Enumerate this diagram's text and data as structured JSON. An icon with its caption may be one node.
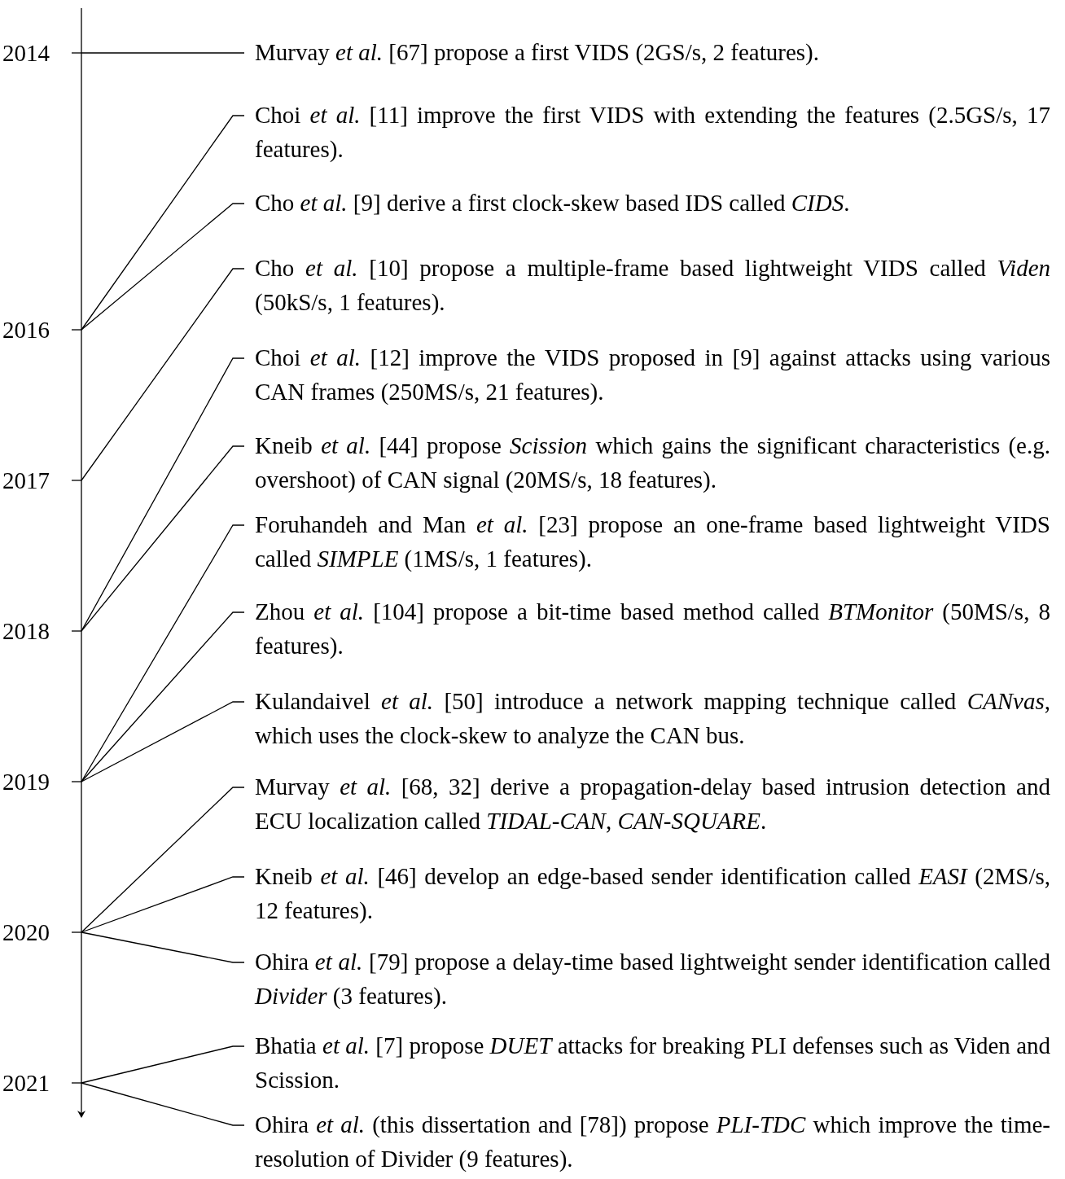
{
  "diagram": {
    "nodes": [
      {
        "text": [
          "2014"
        ]
      },
      {
        "text": [
          "2016"
        ]
      },
      {
        "text": [
          "2017"
        ]
      },
      {
        "text": [
          "2018"
        ]
      },
      {
        "text": [
          "2019"
        ]
      },
      {
        "text": [
          "2020"
        ]
      },
      {
        "text": [
          "2021"
        ]
      },
      {
        "text": [
          "Murvay *et al.* [67] propose a first VIDS (2GS/s, 2 features)."
        ]
      },
      {
        "text": [
          "Choi *et al.* [11] improve the first VIDS with extending the features (2.5GS/s, 17 features)."
        ]
      },
      {
        "text": [
          "Cho *et al.* [9] derive a first clock-skew based IDS called *CIDS*."
        ]
      },
      {
        "text": [
          "Cho *et al.* [10] propose a multiple-frame based lightweight VIDS called *Viden* (50kS/s, 1 features)."
        ]
      },
      {
        "text": [
          "Choi *et al.* [12] improve the VIDS proposed in [9] against attacks using various CAN frames (250MS/s, 21 features)."
        ]
      },
      {
        "text": [
          "Kneib *et al.* [44] propose *Scission* which gains the significant characteristics (e.g. overshoot) of CAN signal (20MS/s, 18 features)."
        ]
      },
      {
        "text": [
          "Foruhandeh and Man *et al.* [23] propose an one-frame based lightweight VIDS called *SIMPLE* (1MS/s, 1 features)."
        ]
      },
      {
        "text": [
          "Zhou *et al.* [104] propose a bit-time based method called *BTMonitor* (50MS/s, 8 features)."
        ]
      },
      {
        "text": [
          "Kulandaivel *et al.* [50] introduce a network mapping technique called *CANvas*, which uses the clock-skew to analyze the CAN bus."
        ]
      },
      {
        "text": [
          "Murvay *et al.* [68, 32] derive a propagation-delay based intrusion detection and ECU localization called *TIDAL-CAN*, *CAN-SQUARE*."
        ]
      },
      {
        "text": [
          "Kneib *et al.* [46] develop an edge-based sender identification called *EASI* (2MS/s, 12 features)."
        ]
      },
      {
        "text": [
          "Ohira *et al.* [79] propose a delay-time based lightweight sender identification called *Divider* (3 features)."
        ]
      },
      {
        "text": [
          "Bhatia *et al.* [7] propose *DUET* attacks for breaking PLI defenses such as Viden and Scission."
        ]
      },
      {
        "text": [
          "Ohira *et al.* (this dissertation and [78]) propose *PLI-TDC* which improve the time-resolution of Divider (9 features)."
        ]
      }
    ],
    "edges": [
      {
        "from": 0,
        "to": 7,
        "arrow": "none"
      },
      {
        "from": 1,
        "to": 8,
        "arrow": "none"
      },
      {
        "from": 1,
        "to": 9,
        "arrow": "none"
      },
      {
        "from": 2,
        "to": 10,
        "arrow": "none"
      },
      {
        "from": 3,
        "to": 11,
        "arrow": "none"
      },
      {
        "from": 3,
        "to": 12,
        "arrow": "none"
      },
      {
        "from": 4,
        "to": 13,
        "arrow": "none"
      },
      {
        "from": 4,
        "to": 14,
        "arrow": "none"
      },
      {
        "from": 4,
        "to": 15,
        "arrow": "none"
      },
      {
        "from": 5,
        "to": 16,
        "arrow": "none"
      },
      {
        "from": 5,
        "to": 17,
        "arrow": "none"
      },
      {
        "from": 5,
        "to": 18,
        "arrow": "none"
      },
      {
        "from": 6,
        "to": 19,
        "arrow": "none"
      },
      {
        "from": 6,
        "to": 20,
        "arrow": "none"
      }
    ]
  }
}
